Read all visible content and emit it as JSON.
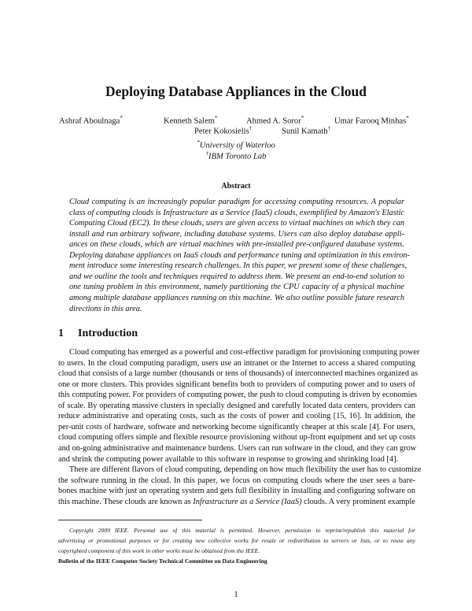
{
  "title": "Deploying Database Appliances in the Cloud",
  "authors": [
    {
      "name": "Ashraf Aboulnaga",
      "mark": "*"
    },
    {
      "name": "Kenneth Salem",
      "mark": "*"
    },
    {
      "name": "Ahmed A. Soror",
      "mark": "*"
    },
    {
      "name": "Umar Farooq Minhas",
      "mark": "*"
    },
    {
      "name": "Peter Kokosielis",
      "mark": "†"
    },
    {
      "name": "Sunil Kamath",
      "mark": "†"
    }
  ],
  "affiliations": [
    {
      "mark": "*",
      "name": "University of Waterloo"
    },
    {
      "mark": "†",
      "name": "IBM Toronto Lab"
    }
  ],
  "abstract": {
    "heading": "Abstract",
    "lines": [
      "Cloud computing is an increasingly popular paradigm for accessing computing resources. A popular",
      "class of computing clouds is Infrastructure as a Service (IaaS) clouds, exemplified by Amazon's Elastic",
      "Computing Cloud (EC2). In these clouds, users are given access to virtual machines on which they can",
      "install and run arbitrary software, including database systems. Users can also deploy database appli-",
      "ances on these clouds, which are virtual machines with pre-installed pre-configured database systems.",
      "Deploying database appliances on IaaS clouds and performance tuning and optimization in this environ-",
      "ment introduce some interesting research challenges. In this paper, we present some of these challenges,",
      "and we outline the tools and techniques required to address them. We present an end-to-end solution to",
      "one tuning problem in this environment, namely partitioning the CPU capacity of a physical machine",
      "among multiple database appliances running on this machine. We also outline possible future research",
      "directions in this area."
    ]
  },
  "section": {
    "number": "1",
    "title": "Introduction"
  },
  "paragraph1": [
    "Cloud computing has emerged as a powerful and cost-effective paradigm for provisioning computing power",
    "to users. In the cloud computing paradigm, users use an intranet or the Internet to access a shared computing",
    "cloud that consists of a large number (thousands or tens of thousands) of interconnected machines organized as",
    "one or more clusters. This provides significant benefits both to providers of computing power and to users of",
    "this computing power. For providers of computing power, the push to cloud computing is driven by economies",
    "of scale. By operating massive clusters in specially designed and carefully located data centers, providers can",
    "reduce administrative and operating costs, such as the costs of power and cooling [15, 16]. In addition, the",
    "per-unit costs of hardware, software and networking become significantly cheaper at this scale [4]. For users,",
    "cloud computing offers simple and flexible resource provisioning without up-front equipment and set up costs",
    "and on-going administrative and maintenance burdens. Users can run software in the cloud, and they can grow",
    "and shrink the computing power available to this software in response to growing and shrinking load [4]."
  ],
  "paragraph2": [
    "There are different flavors of cloud computing, depending on how much flexibility the user has to customize",
    "the software running in the cloud. In this paper, we focus on computing clouds where the user sees a bare-",
    "bones machine with just an operating system and gets full flexibility in installing and configuring software on"
  ],
  "paragraph2_last": {
    "before": "this machine. These clouds are known as ",
    "italic": "Infrastructure as a Service (IaaS)",
    "after": " clouds. A very prominent example"
  },
  "footnote": {
    "lines": [
      "Copyright 2009 IEEE. Personal use of this material is permitted. However, permission to reprint/republish this material for",
      "advertising or promotional purposes or for creating new collective works for resale or redistribution to servers or lists, or to reuse any",
      "copyrighted component of this work in other works must be obtained from the IEEE."
    ],
    "bulletin": "Bulletin of the IEEE Computer Society Technical Committee on Data Engineering"
  },
  "page_number": "1"
}
